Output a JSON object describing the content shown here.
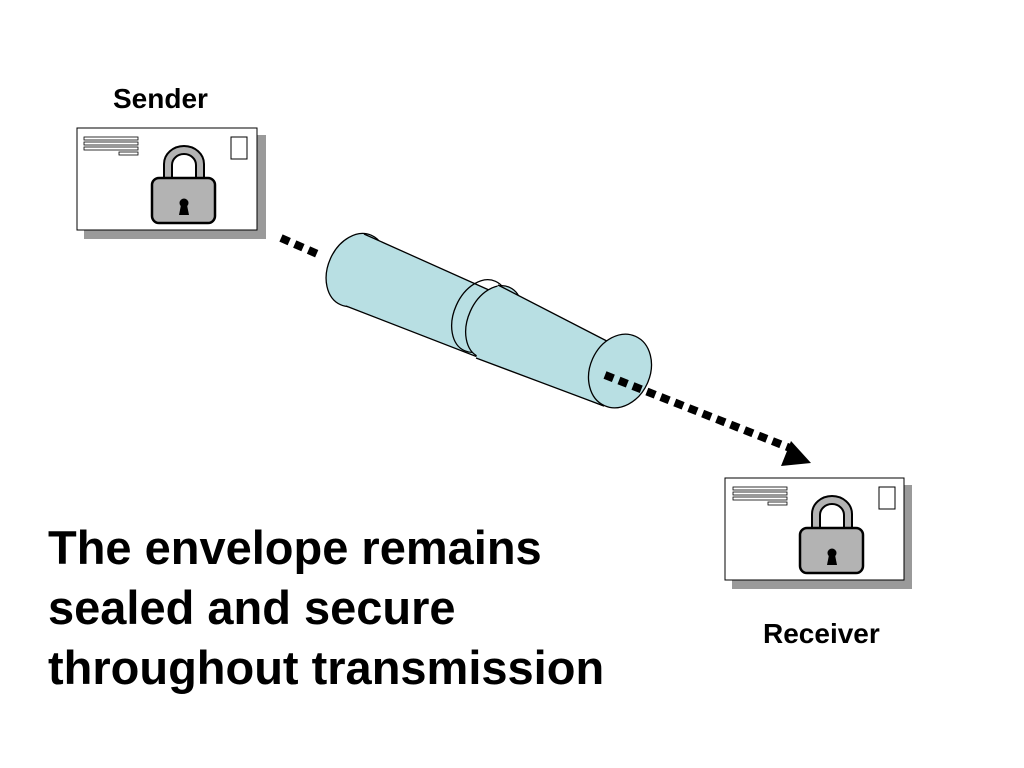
{
  "sender": {
    "label": "Sender"
  },
  "receiver": {
    "label": "Receiver"
  },
  "caption": {
    "lines": [
      "The envelope remains",
      "sealed and secure",
      "throughout transmission"
    ]
  },
  "colors": {
    "tunnel_fill": "#b8dfe3",
    "padlock_fill": "#b3b3b3",
    "envelope_shadow": "#9a9a9a",
    "arrow": "#000000"
  },
  "icons": [
    "envelope-icon",
    "padlock-icon",
    "stamp-icon",
    "tunnel-icon",
    "arrow-icon"
  ]
}
